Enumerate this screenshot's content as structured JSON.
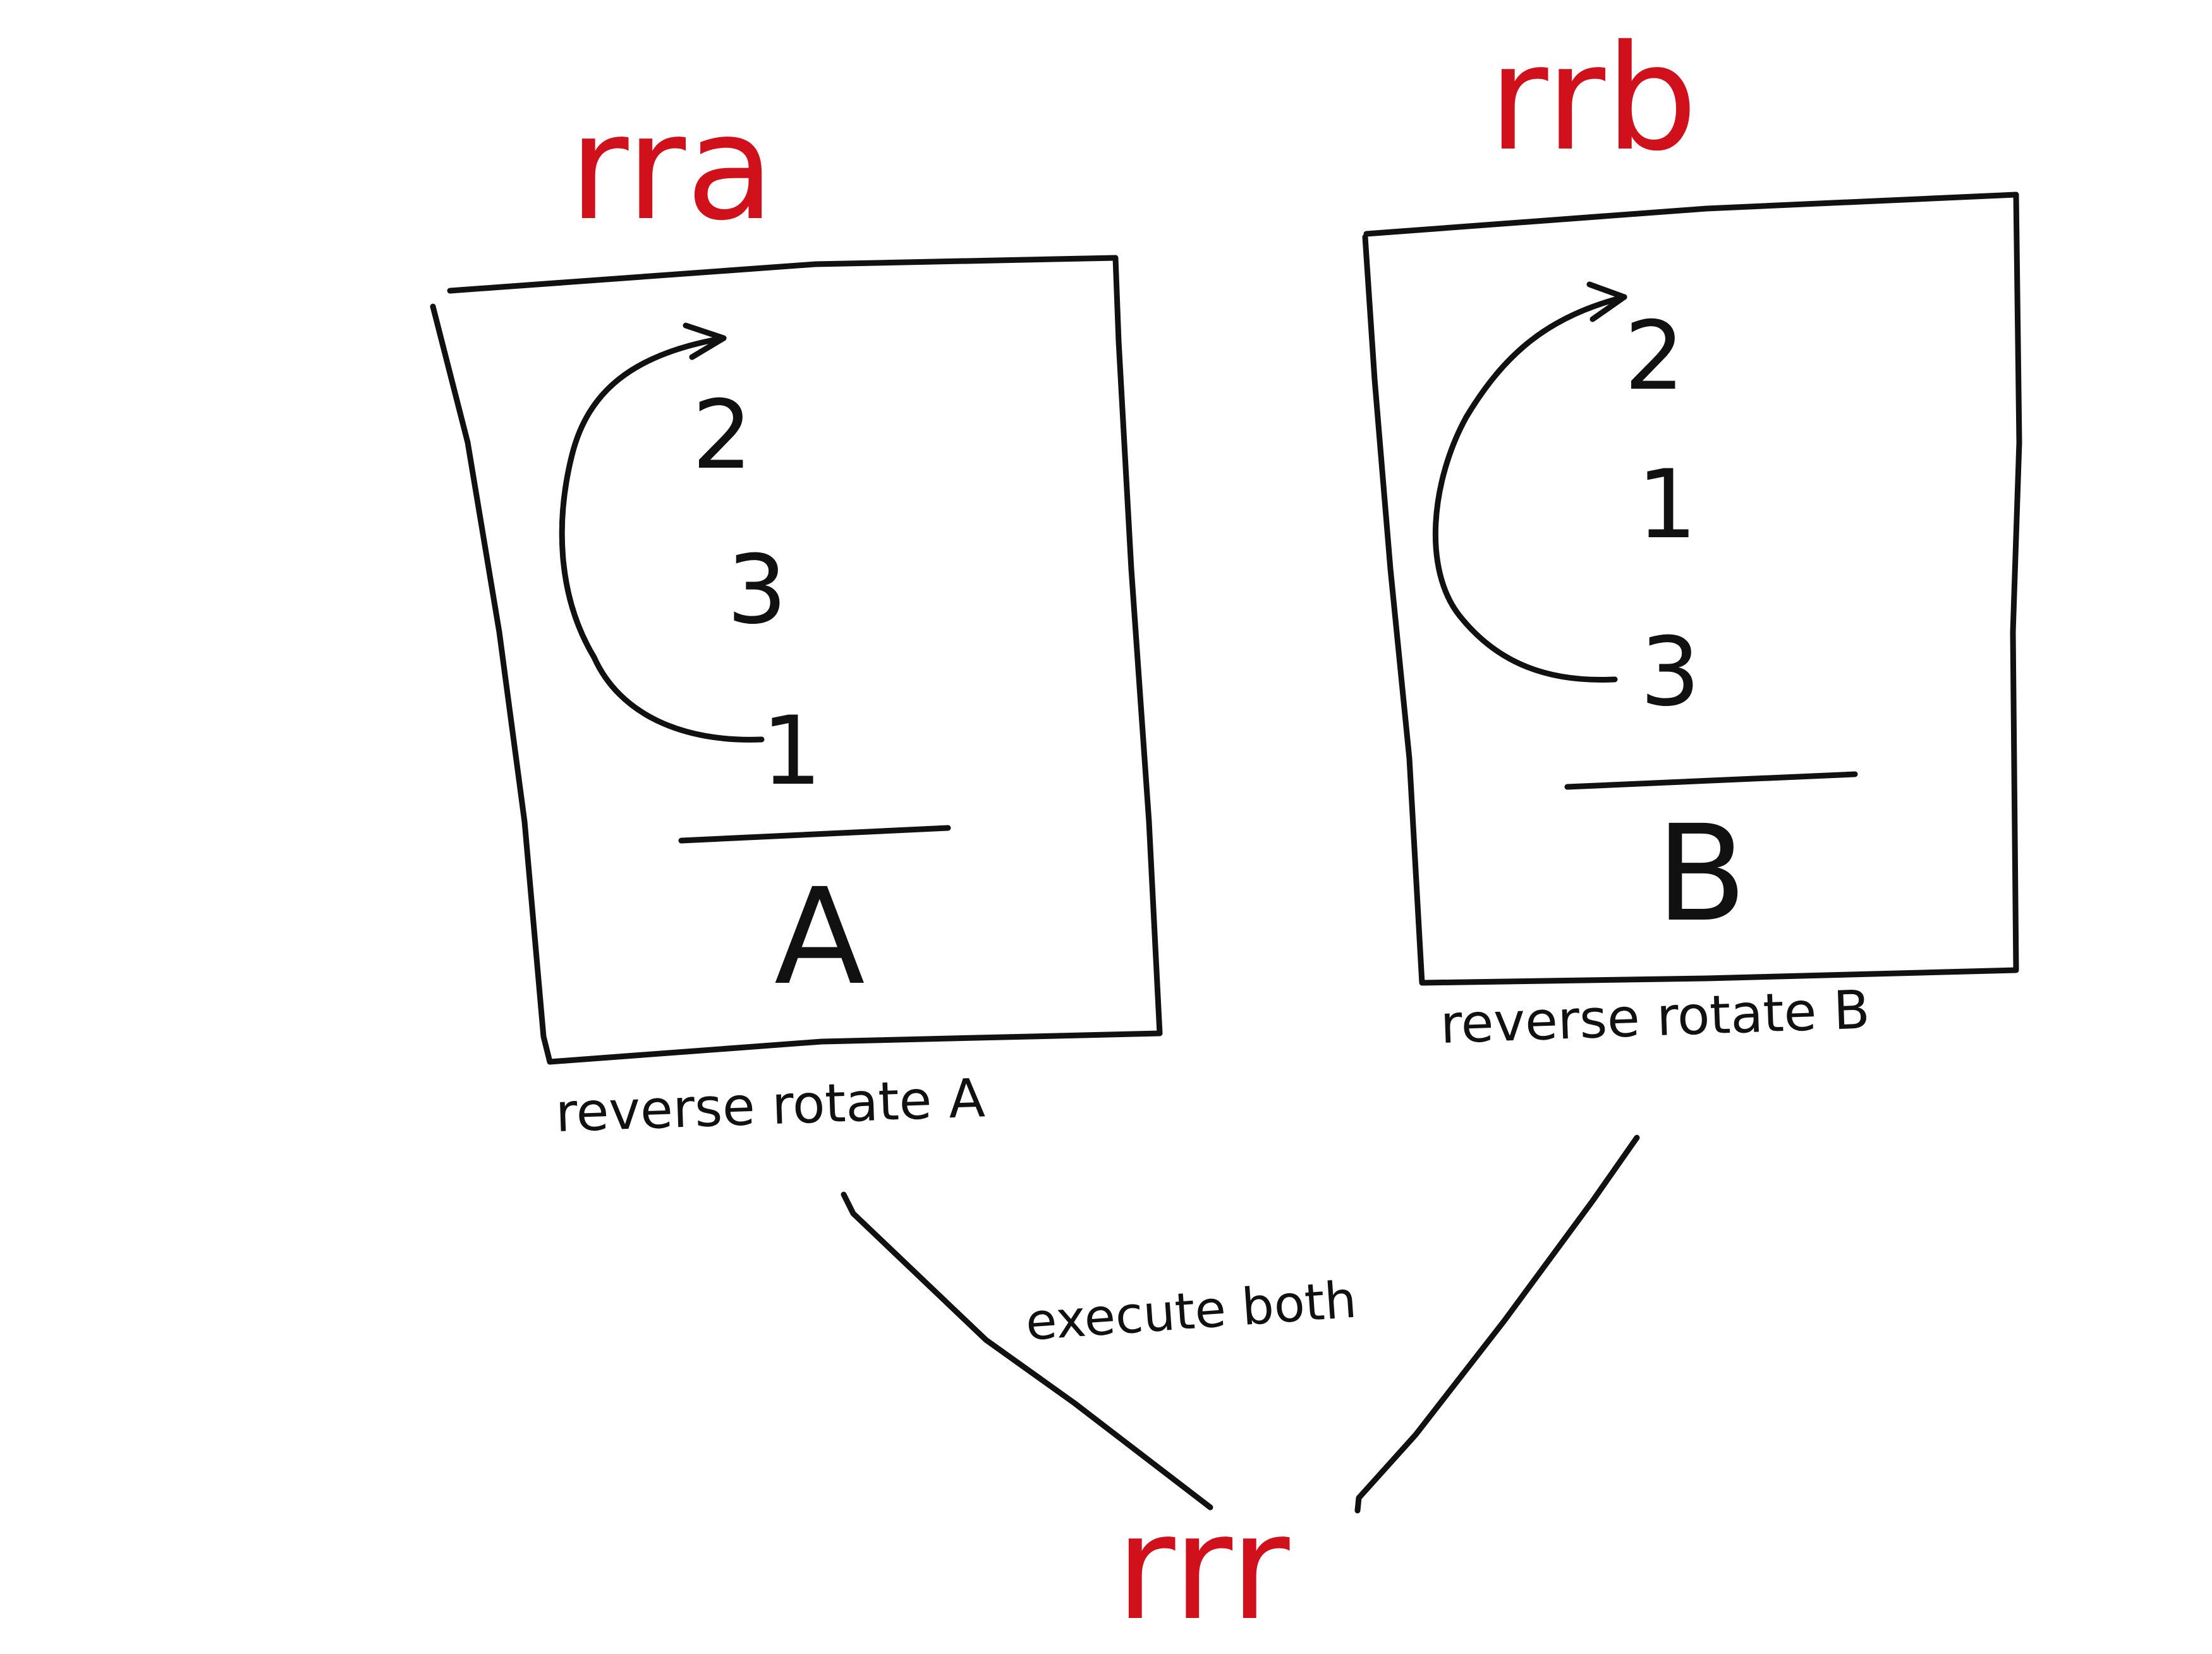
{
  "colors": {
    "ink": "#111111",
    "marker_red": "#d0111b",
    "background": "#ffffff"
  },
  "stack_a": {
    "op_label": "rra",
    "values": [
      "2",
      "3",
      "1"
    ],
    "name": "A",
    "caption": "reverse rotate A"
  },
  "stack_b": {
    "op_label": "rrb",
    "values": [
      "2",
      "1",
      "3"
    ],
    "name": "B",
    "caption": "reverse rotate B"
  },
  "combined": {
    "note": "execute both",
    "op_label": "rrr"
  }
}
